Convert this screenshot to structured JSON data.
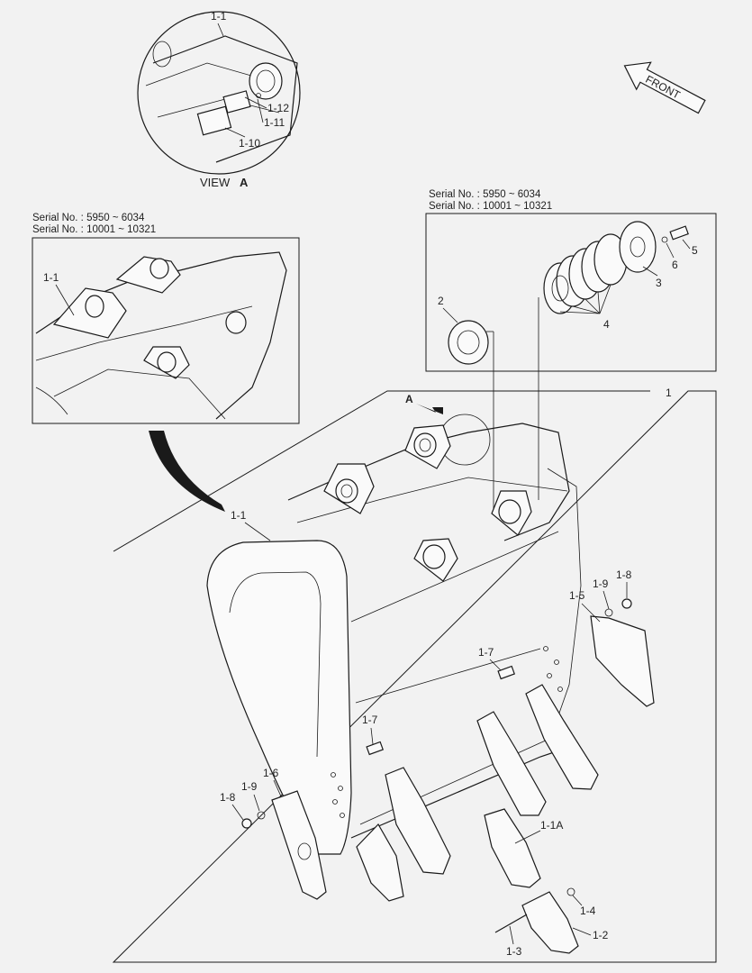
{
  "view": {
    "caption": "VIEW",
    "letter": "A"
  },
  "front_arrow": {
    "label": "FRONT"
  },
  "serial_left": {
    "line1": "Serial No. : 5950 ~ 6034",
    "line2": "Serial No. : 10001 ~ 10321"
  },
  "serial_right": {
    "line1": "Serial No. : 5950 ~ 6034",
    "line2": "Serial No. : 10001 ~ 10321"
  },
  "view_marker": "A",
  "labels": {
    "inset_1_1": "1-1",
    "view_1_1": "1-1",
    "view_1_12": "1-12",
    "view_1_11": "1-11",
    "view_1_10": "1-10",
    "p2": "2",
    "p3": "3",
    "p4": "4",
    "p5": "5",
    "p6": "6",
    "p1": "1",
    "main_1_1": "1-1",
    "p1_5": "1-5",
    "p1_9_r": "1-9",
    "p1_8_r": "1-8",
    "p1_7_a": "1-7",
    "p1_7_b": "1-7",
    "p1_6": "1-6",
    "p1_9_l": "1-9",
    "p1_8_l": "1-8",
    "p1_1A": "1-1A",
    "p1_4": "1-4",
    "p1_2": "1-2",
    "p1_3": "1-3"
  }
}
